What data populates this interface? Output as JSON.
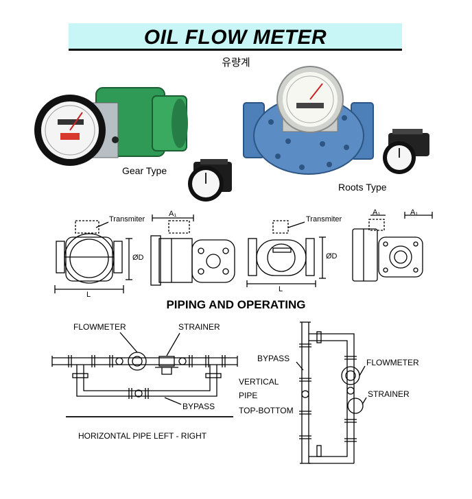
{
  "header": {
    "title": "OIL FLOW METER",
    "subtitle": "유량계"
  },
  "products": {
    "gear_label": "Gear Type",
    "roots_label": "Roots Type"
  },
  "dimensions": {
    "transmitter_label_1": "Transmiter",
    "transmitter_label_2": "Transmiter",
    "dim_a1": "A₁",
    "dim_a2": "A₁",
    "dim_a3": "A₁",
    "dim_l1": "L",
    "dim_l2": "L",
    "dim_d1": "ØD",
    "dim_d2": "ØD"
  },
  "piping": {
    "section_title": "PIPING AND OPERATING",
    "horizontal": {
      "flowmeter_label": "FLOWMETER",
      "strainer_label": "STRAINER",
      "bypass_label": "BYPASS",
      "caption": "HORIZONTAL PIPE  LEFT - RIGHT"
    },
    "vertical": {
      "caption_line1": "VERTICAL",
      "caption_line2": "PIPE",
      "caption_line3": "TOP-BOTTOM",
      "bypass_label": "BYPASS",
      "flowmeter_label": "FLOWMETER",
      "strainer_label": "STRAINER"
    }
  },
  "colors": {
    "title_band": "#c8f6f6",
    "gear_body": "#2f9a55",
    "roots_body": "#4d7fb8"
  }
}
